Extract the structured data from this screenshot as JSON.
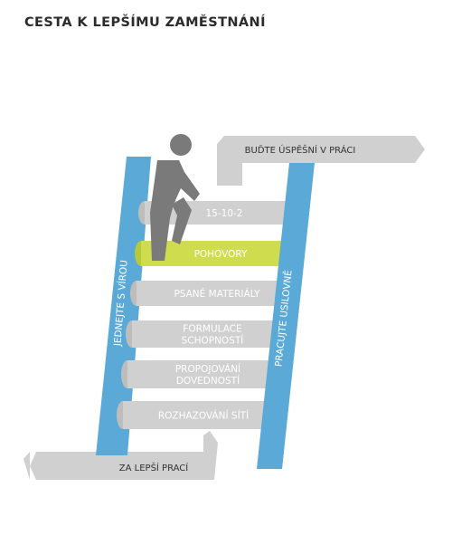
{
  "title": "CESTA K LEPŠÍMU ZAMĚSTNÁNÍ",
  "top_arrow": "BUĎTE ÚSPĚŠNÍ V PRÁCI",
  "bottom_arrow": "ZA LEPŠÍ PRACÍ",
  "rails": {
    "left": "JEDNEJTE S VÍROU",
    "right": "PRACUJTE USILOVNĚ"
  },
  "steps": [
    {
      "lines": [
        "15-10-2"
      ],
      "highlighted": false
    },
    {
      "lines": [
        "POHOVORY"
      ],
      "highlighted": true
    },
    {
      "lines": [
        "PSANÉ MATERIÁLY"
      ],
      "highlighted": false
    },
    {
      "lines": [
        "FORMULACE",
        "SCHOPNOSTÍ"
      ],
      "highlighted": false
    },
    {
      "lines": [
        "PROPOJOVÁNÍ",
        "DOVEDNOSTÍ"
      ],
      "highlighted": false
    },
    {
      "lines": [
        "ROZHAZOVÁNÍ SÍTÍ"
      ],
      "highlighted": false
    }
  ],
  "colors": {
    "rail_blue": "#5aa9d6",
    "step_gray": "#d0d0d0",
    "step_gray_end": "#bdbdbd",
    "highlight": "#cfdc4e",
    "highlight_end": "#b9c83a",
    "figure": "#7a7a7a",
    "arrow_gray": "#d0d0d0"
  },
  "icons": [
    "person-climbing-icon",
    "double-chevron-right-icon"
  ]
}
